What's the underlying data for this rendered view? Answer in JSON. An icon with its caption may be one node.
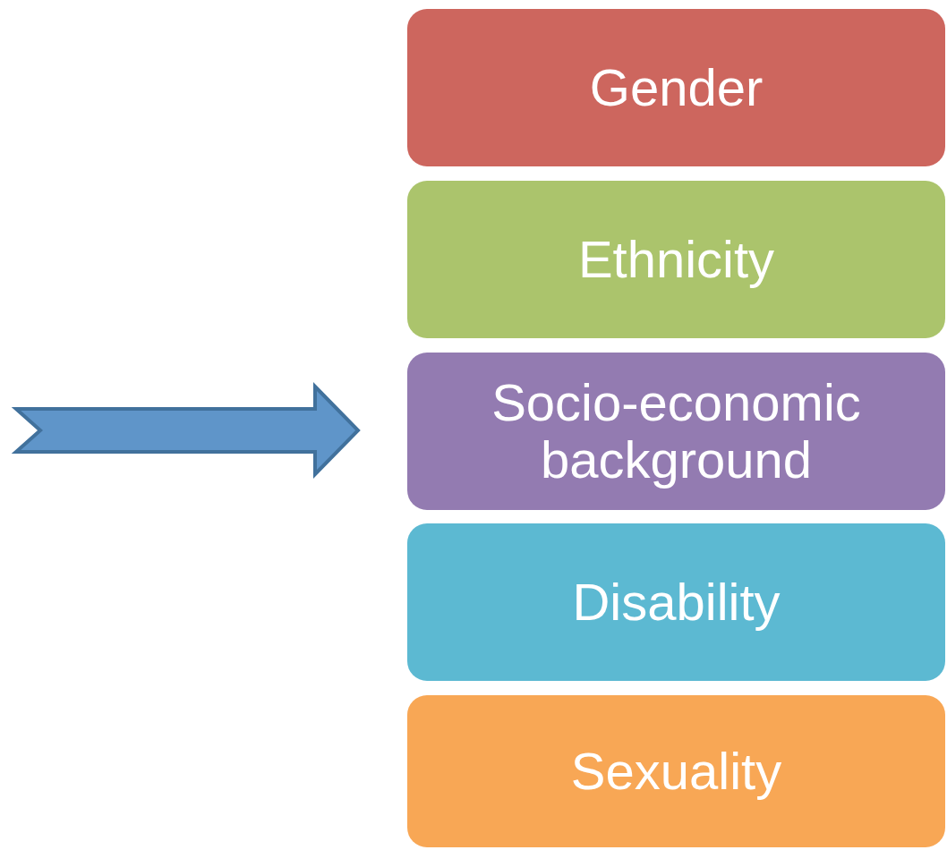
{
  "diagram": {
    "nodes": [
      {
        "text": [
          "Gender"
        ]
      },
      {
        "text": [
          "Ethnicity"
        ]
      },
      {
        "text": [
          "Socio-economic background"
        ]
      },
      {
        "text": [
          "Disability"
        ]
      },
      {
        "text": [
          "Sexuality"
        ]
      }
    ]
  }
}
